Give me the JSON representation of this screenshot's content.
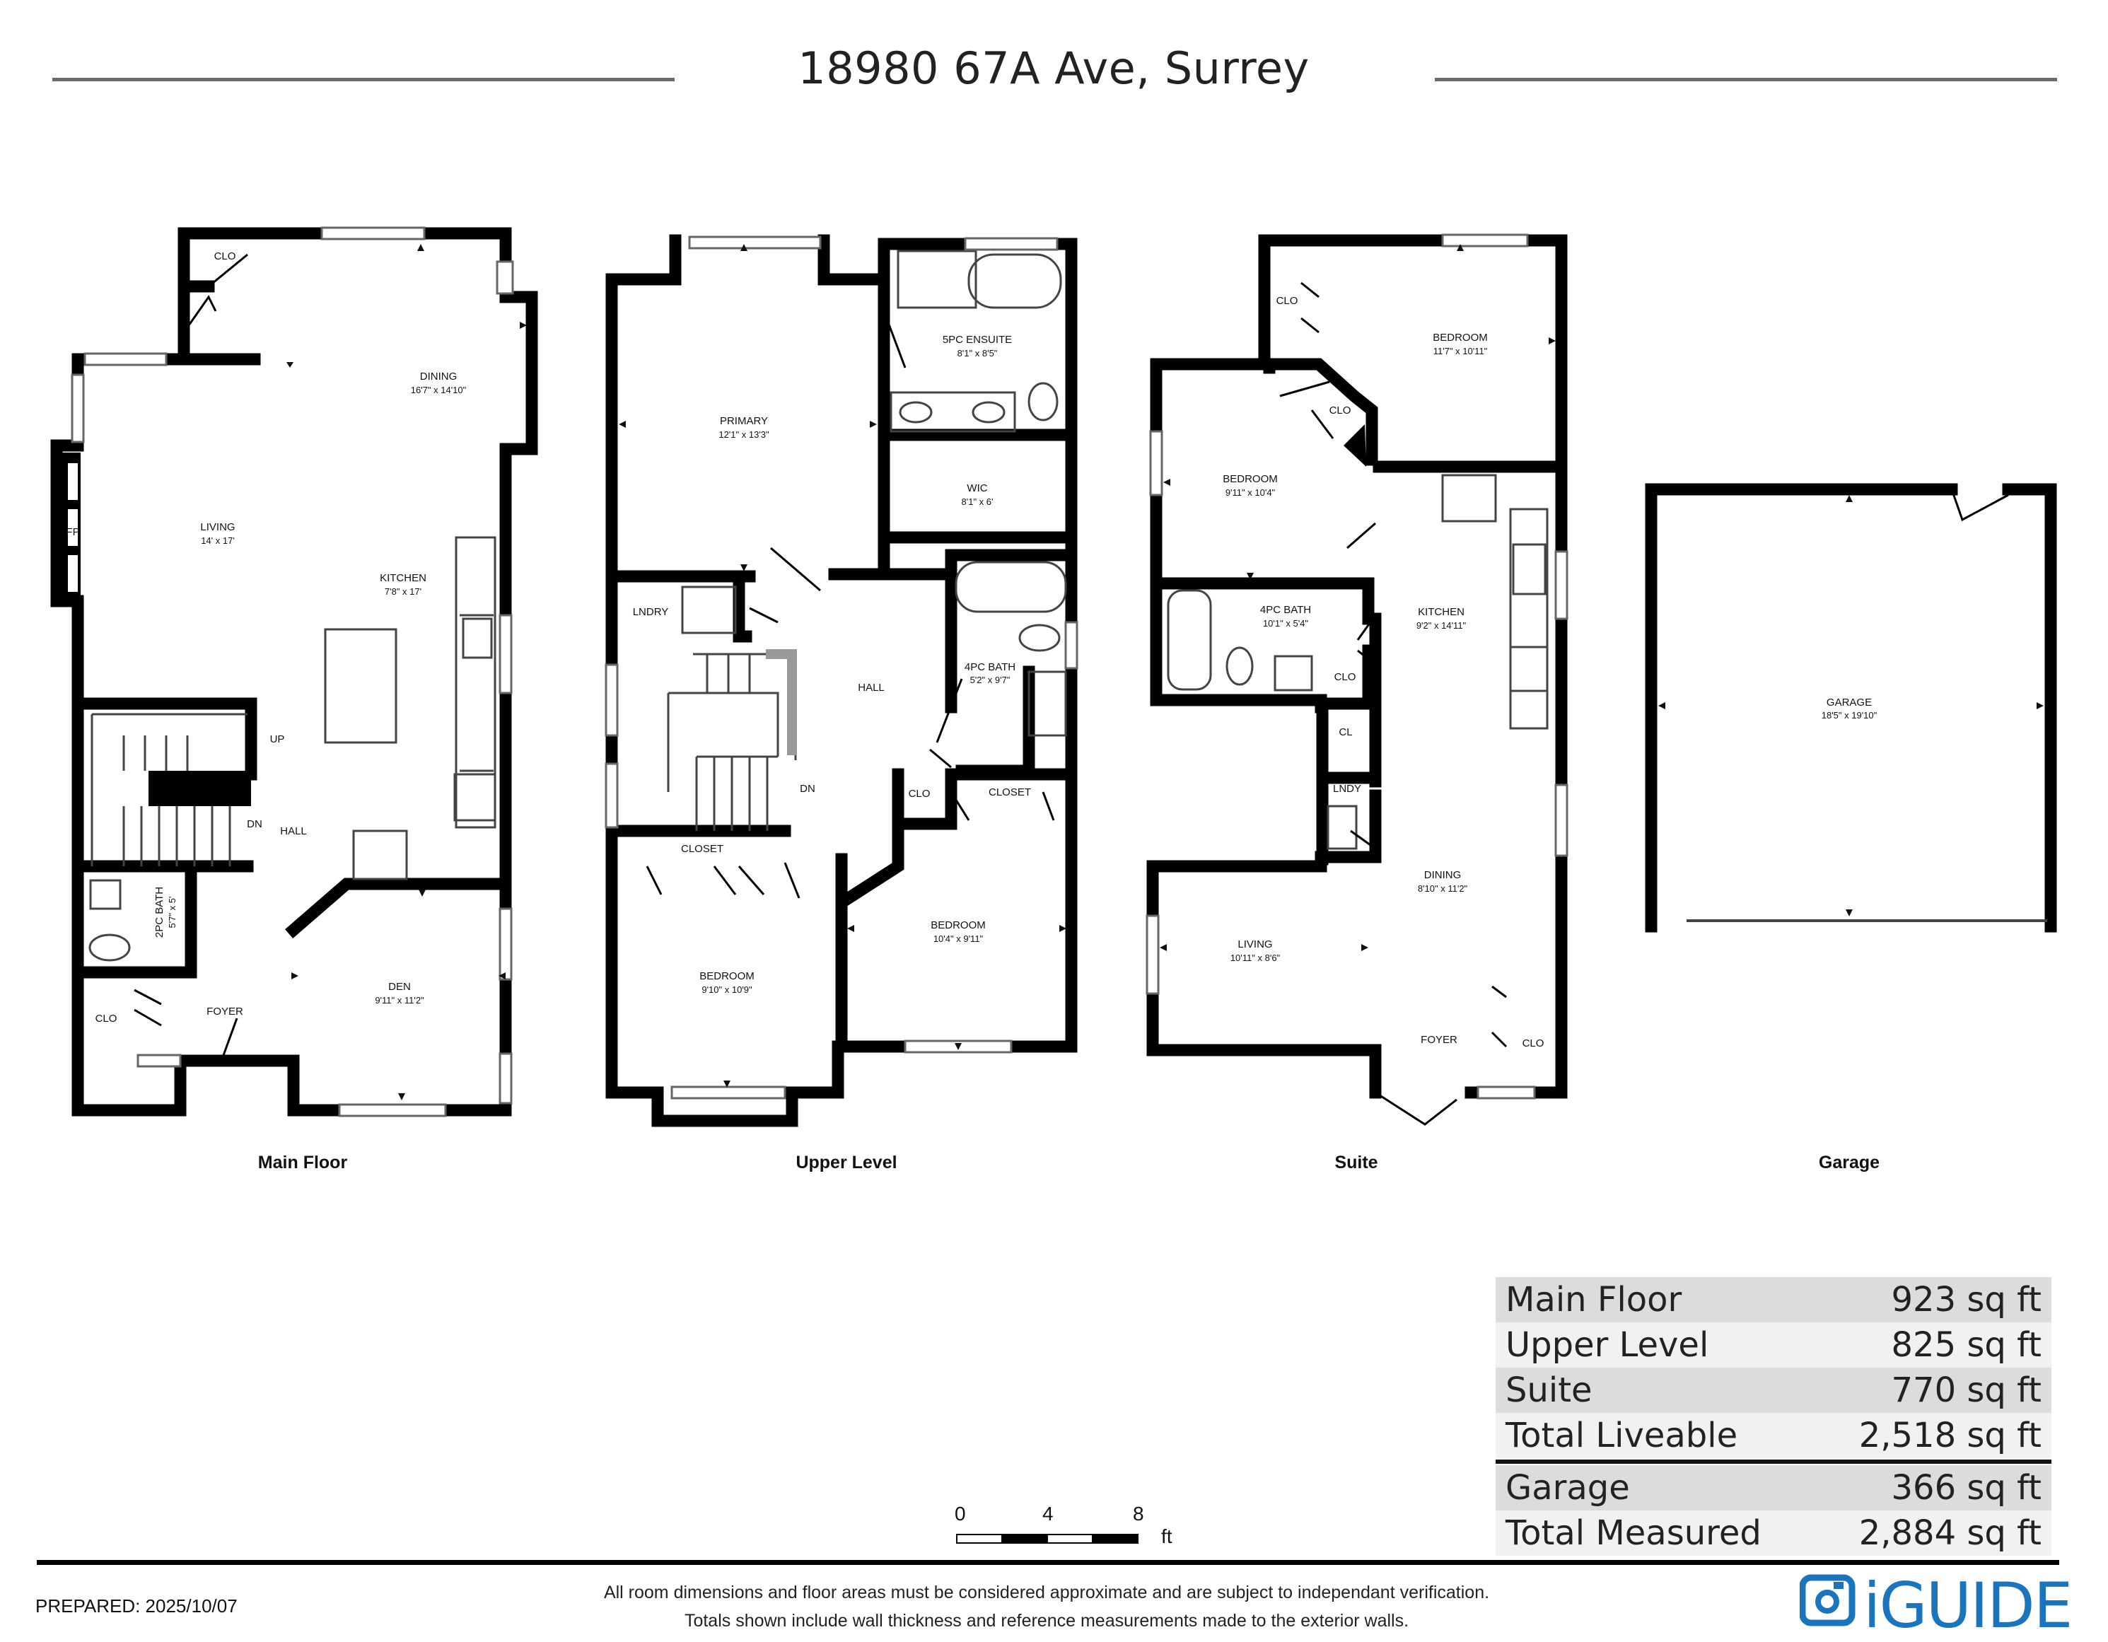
{
  "header": {
    "title": "18980 67A Ave, Surrey"
  },
  "plans": {
    "main": {
      "name": "Main Floor",
      "rooms": [
        {
          "label": "CLO",
          "dim": ""
        },
        {
          "label": "DINING",
          "dim": "16'7\" x 14'10\""
        },
        {
          "label": "LIVING",
          "dim": "14' x 17'"
        },
        {
          "label": "KITCHEN",
          "dim": "7'8\" x 17'"
        },
        {
          "label": "FP",
          "dim": ""
        },
        {
          "label": "UP",
          "dim": ""
        },
        {
          "label": "DN",
          "dim": ""
        },
        {
          "label": "HALL",
          "dim": ""
        },
        {
          "label": "2PC BATH",
          "dim": "5'7\" x 5'"
        },
        {
          "label": "CLO",
          "dim": ""
        },
        {
          "label": "FOYER",
          "dim": ""
        },
        {
          "label": "DEN",
          "dim": "9'11\" x 11'2\""
        }
      ]
    },
    "upper": {
      "name": "Upper Level",
      "rooms": [
        {
          "label": "5PC ENSUITE",
          "dim": "8'1\" x 8'5\""
        },
        {
          "label": "PRIMARY",
          "dim": "12'1\" x 13'3\""
        },
        {
          "label": "WIC",
          "dim": "8'1\" x 6'"
        },
        {
          "label": "LNDRY",
          "dim": ""
        },
        {
          "label": "HALL",
          "dim": ""
        },
        {
          "label": "4PC BATH",
          "dim": "5'2\" x 9'7\""
        },
        {
          "label": "DN",
          "dim": ""
        },
        {
          "label": "CLO",
          "dim": ""
        },
        {
          "label": "CLOSET",
          "dim": ""
        },
        {
          "label": "CLOSET",
          "dim": ""
        },
        {
          "label": "BEDROOM",
          "dim": "10'4\" x 9'11\""
        },
        {
          "label": "BEDROOM",
          "dim": "9'10\" x 10'9\""
        }
      ]
    },
    "suite": {
      "name": "Suite",
      "rooms": [
        {
          "label": "CLO",
          "dim": ""
        },
        {
          "label": "BEDROOM",
          "dim": "11'7\" x 10'11\""
        },
        {
          "label": "CLO",
          "dim": ""
        },
        {
          "label": "BEDROOM",
          "dim": "9'11\" x 10'4\""
        },
        {
          "label": "4PC BATH",
          "dim": "10'1\" x 5'4\""
        },
        {
          "label": "KITCHEN",
          "dim": "9'2\" x 14'11\""
        },
        {
          "label": "CLO",
          "dim": ""
        },
        {
          "label": "CL",
          "dim": ""
        },
        {
          "label": "LNDY",
          "dim": ""
        },
        {
          "label": "DINING",
          "dim": "8'10\" x 11'2\""
        },
        {
          "label": "LIVING",
          "dim": "10'11\" x 8'6\""
        },
        {
          "label": "FOYER",
          "dim": ""
        },
        {
          "label": "CLO",
          "dim": ""
        }
      ]
    },
    "garage": {
      "name": "Garage",
      "rooms": [
        {
          "label": "GARAGE",
          "dim": "18'5\" x 19'10\""
        }
      ]
    }
  },
  "areas": [
    {
      "name": "Main Floor",
      "value": "923 sq ft"
    },
    {
      "name": "Upper Level",
      "value": "825 sq ft"
    },
    {
      "name": "Suite",
      "value": "770 sq ft"
    },
    {
      "name": "Total Liveable",
      "value": "2,518 sq ft"
    },
    {
      "name": "Garage",
      "value": "366 sq ft"
    },
    {
      "name": "Total Measured",
      "value": "2,884 sq ft"
    }
  ],
  "scale": {
    "ticks": [
      "0",
      "4",
      "8"
    ],
    "unit": "ft"
  },
  "footer": {
    "prepared": "PREPARED: 2025/10/07",
    "disclaimer_1": "All room dimensions and floor areas must be considered approximate and are subject to independant verification.",
    "disclaimer_2": "Totals shown include wall thickness and reference measurements made to the exterior walls.",
    "logo_text": "iGUIDE"
  }
}
